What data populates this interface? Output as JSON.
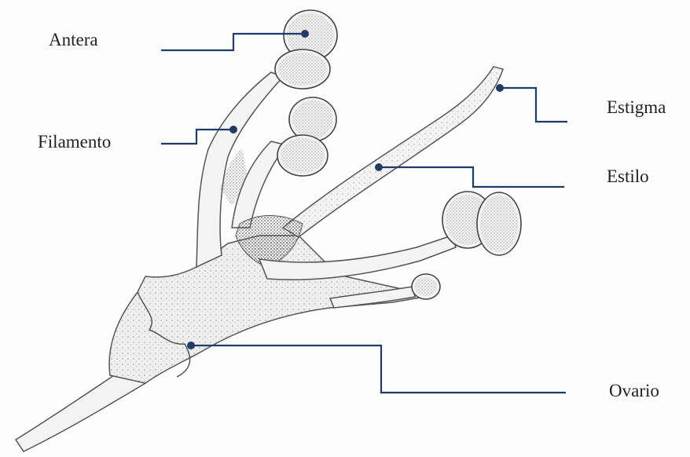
{
  "labels": {
    "antera": "Antera",
    "filamento": "Filamento",
    "estigma": "Estigma",
    "estilo": "Estilo",
    "ovario": "Ovario"
  },
  "colors": {
    "leader": "#1f3b66",
    "outline": "#555555",
    "fill": "#eeeeee",
    "stipple": "#666666"
  }
}
